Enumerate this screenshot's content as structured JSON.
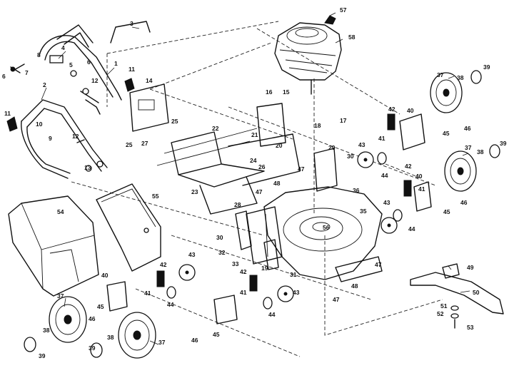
{
  "parts": [
    {
      "id": "p1",
      "label": "1"
    },
    {
      "id": "p2",
      "label": "2"
    },
    {
      "id": "p3",
      "label": "3"
    },
    {
      "id": "p4",
      "label": "4"
    },
    {
      "id": "p5",
      "label": "5"
    },
    {
      "id": "p6a",
      "label": "6"
    },
    {
      "id": "p6b",
      "label": "6"
    },
    {
      "id": "p7",
      "label": "7"
    },
    {
      "id": "p8",
      "label": "8"
    },
    {
      "id": "p9",
      "label": "9"
    },
    {
      "id": "p10",
      "label": "10"
    },
    {
      "id": "p11a",
      "label": "11"
    },
    {
      "id": "p11b",
      "label": "11"
    },
    {
      "id": "p12a",
      "label": "12"
    },
    {
      "id": "p12b",
      "label": "12"
    },
    {
      "id": "p13",
      "label": "13"
    },
    {
      "id": "p14",
      "label": "14"
    },
    {
      "id": "p15",
      "label": "15"
    },
    {
      "id": "p16",
      "label": "16"
    },
    {
      "id": "p17",
      "label": "17"
    },
    {
      "id": "p18",
      "label": "18"
    },
    {
      "id": "p19",
      "label": "19"
    },
    {
      "id": "p20",
      "label": "20"
    },
    {
      "id": "p21",
      "label": "21"
    },
    {
      "id": "p22",
      "label": "22"
    },
    {
      "id": "p23",
      "label": "23"
    },
    {
      "id": "p24",
      "label": "24"
    },
    {
      "id": "p25a",
      "label": "25"
    },
    {
      "id": "p25b",
      "label": "25"
    },
    {
      "id": "p26",
      "label": "26"
    },
    {
      "id": "p27",
      "label": "27"
    },
    {
      "id": "p28",
      "label": "28"
    },
    {
      "id": "p29",
      "label": "29"
    },
    {
      "id": "p30a",
      "label": "30"
    },
    {
      "id": "p30b",
      "label": "30"
    },
    {
      "id": "p31",
      "label": "31"
    },
    {
      "id": "p32",
      "label": "32"
    },
    {
      "id": "p33",
      "label": "33"
    },
    {
      "id": "p35",
      "label": "35"
    },
    {
      "id": "p36",
      "label": "36"
    },
    {
      "id": "p37a",
      "label": "37"
    },
    {
      "id": "p37b",
      "label": "37"
    },
    {
      "id": "p37c",
      "label": "37"
    },
    {
      "id": "p37d",
      "label": "37"
    },
    {
      "id": "p38a",
      "label": "38"
    },
    {
      "id": "p38b",
      "label": "38"
    },
    {
      "id": "p38c",
      "label": "38"
    },
    {
      "id": "p38d",
      "label": "38"
    },
    {
      "id": "p39a",
      "label": "39"
    },
    {
      "id": "p39b",
      "label": "39"
    },
    {
      "id": "p39c",
      "label": "39"
    },
    {
      "id": "p39d",
      "label": "39"
    },
    {
      "id": "p40a",
      "label": "40"
    },
    {
      "id": "p40b",
      "label": "40"
    },
    {
      "id": "p40c",
      "label": "40"
    },
    {
      "id": "p41a",
      "label": "41"
    },
    {
      "id": "p41b",
      "label": "41"
    },
    {
      "id": "p41c",
      "label": "41"
    },
    {
      "id": "p41d",
      "label": "41"
    },
    {
      "id": "p42a",
      "label": "42"
    },
    {
      "id": "p42b",
      "label": "42"
    },
    {
      "id": "p42c",
      "label": "42"
    },
    {
      "id": "p42d",
      "label": "42"
    },
    {
      "id": "p43a",
      "label": "43"
    },
    {
      "id": "p43b",
      "label": "43"
    },
    {
      "id": "p43c",
      "label": "43"
    },
    {
      "id": "p43d",
      "label": "43"
    },
    {
      "id": "p44a",
      "label": "44"
    },
    {
      "id": "p44b",
      "label": "44"
    },
    {
      "id": "p44c",
      "label": "44"
    },
    {
      "id": "p44d",
      "label": "44"
    },
    {
      "id": "p45a",
      "label": "45"
    },
    {
      "id": "p45b",
      "label": "45"
    },
    {
      "id": "p45c",
      "label": "45"
    },
    {
      "id": "p45d",
      "label": "45"
    },
    {
      "id": "p46a",
      "label": "46"
    },
    {
      "id": "p46b",
      "label": "46"
    },
    {
      "id": "p46c",
      "label": "46"
    },
    {
      "id": "p46d",
      "label": "46"
    },
    {
      "id": "p47a",
      "label": "47"
    },
    {
      "id": "p47b",
      "label": "47"
    },
    {
      "id": "p47c",
      "label": "47"
    },
    {
      "id": "p47d",
      "label": "47"
    },
    {
      "id": "p48a",
      "label": "48"
    },
    {
      "id": "p48b",
      "label": "48"
    },
    {
      "id": "p49",
      "label": "49"
    },
    {
      "id": "p50",
      "label": "50"
    },
    {
      "id": "p51",
      "label": "51"
    },
    {
      "id": "p52",
      "label": "52"
    },
    {
      "id": "p53",
      "label": "53"
    },
    {
      "id": "p54",
      "label": "54"
    },
    {
      "id": "p55",
      "label": "55"
    },
    {
      "id": "p56",
      "label": "56"
    },
    {
      "id": "p57",
      "label": "57"
    },
    {
      "id": "p58",
      "label": "58"
    }
  ]
}
